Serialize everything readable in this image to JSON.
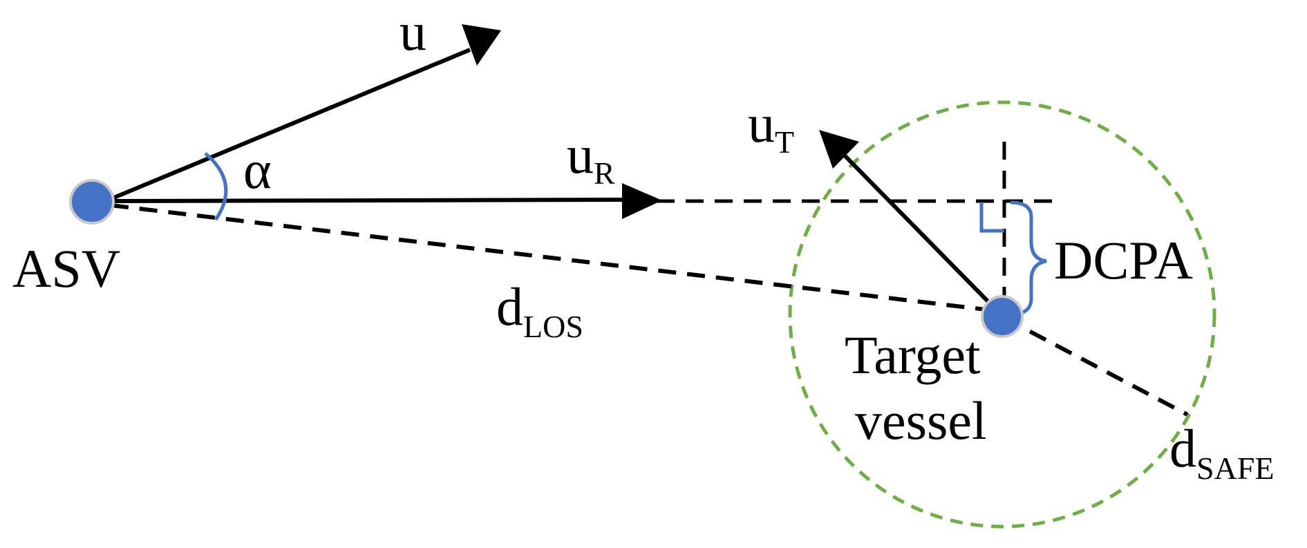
{
  "labels": {
    "asv": "ASV",
    "u": "u",
    "alpha": "α",
    "u_r": {
      "base": "u",
      "sub": "R"
    },
    "u_t": {
      "base": "u",
      "sub": "T"
    },
    "d_los": {
      "base": "d",
      "sub": "LOS"
    },
    "d_safe": {
      "base": "d",
      "sub": "SAFE"
    },
    "dcpa": "DCPA",
    "target_line1": "Target",
    "target_line2": "vessel"
  },
  "colors": {
    "vessel": "#4472c4",
    "vessel_outline": "#c8c8c8",
    "angle_marker": "#4472c4",
    "safety_circle": "#70ad47",
    "line": "#000000"
  }
}
